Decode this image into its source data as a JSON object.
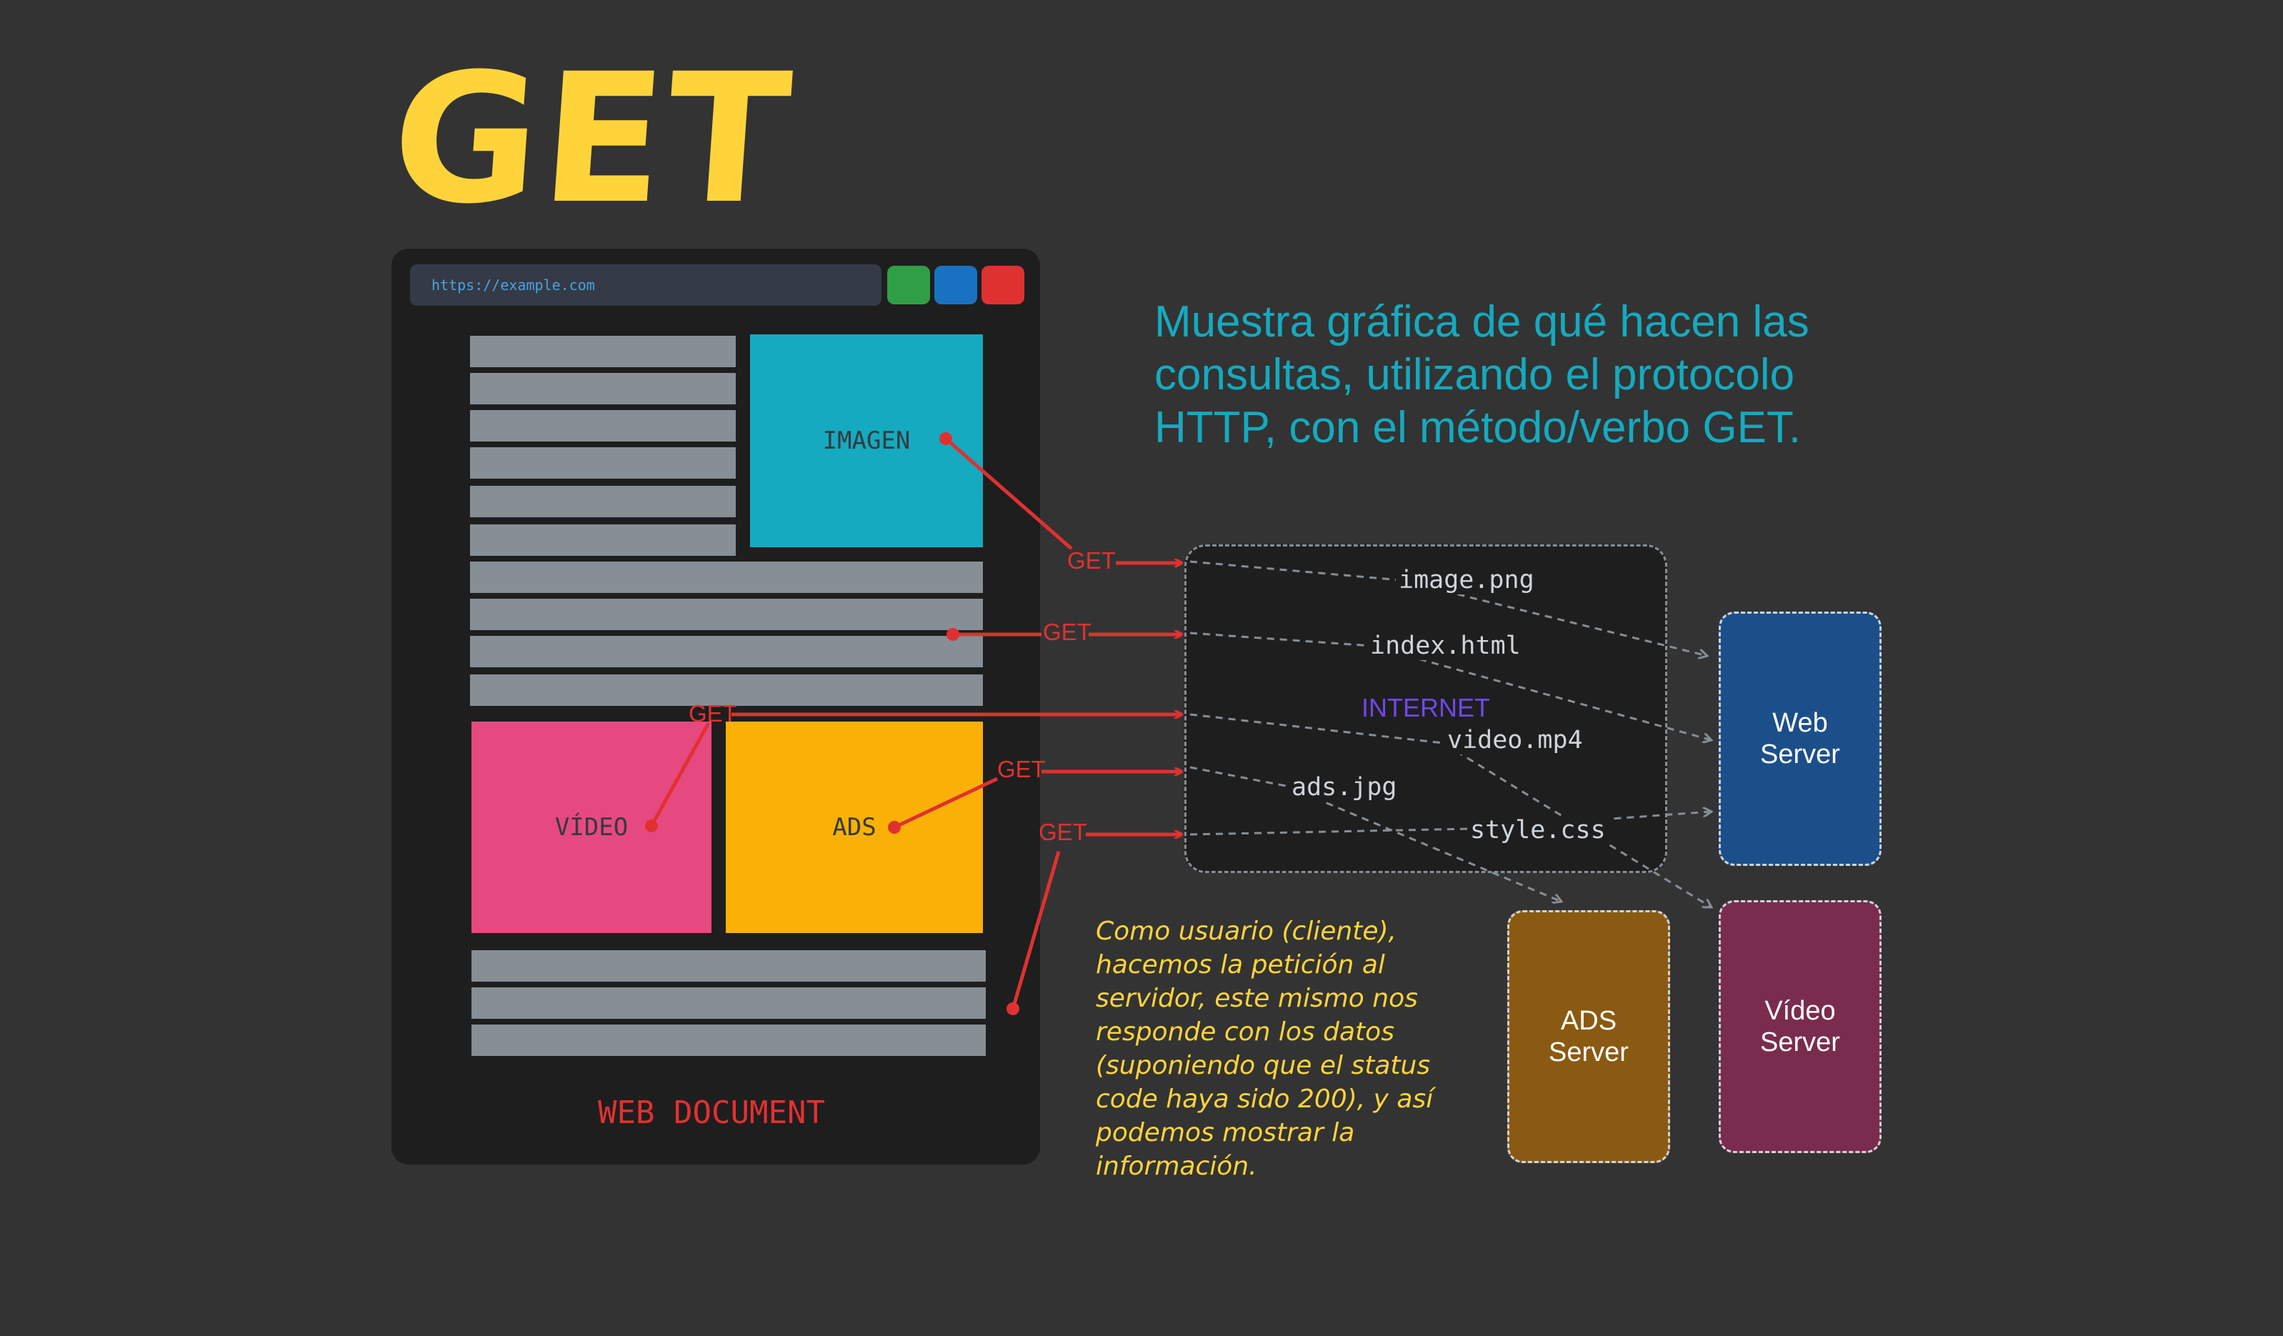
{
  "title": "GET",
  "browser": {
    "url": "https://example.com",
    "button_colors": [
      "#2f9e44",
      "#1971c2",
      "#e03131"
    ],
    "caption": "WEB DOCUMENT"
  },
  "blocks": {
    "image": {
      "label": "IMAGEN",
      "color": "#15aabf"
    },
    "video": {
      "label": "VÍDEO",
      "color": "#e64980"
    },
    "ads": {
      "label": "ADS",
      "color": "#fab005"
    }
  },
  "description": "Muestra gráfica de qué hacen las consultas, utilizando el protocolo HTTP, con el método/verbo GET.",
  "note": "Como usuario (cliente), hacemos la petición al servidor, este mismo nos responde con los datos (suponiendo que el status code haya sido 200), y así podemos mostrar la información.",
  "internet": {
    "label": "INTERNET",
    "files": [
      "image.png",
      "index.html",
      "video.mp4",
      "ads.jpg",
      "style.css"
    ]
  },
  "requests": {
    "label": "GET",
    "color": "#e03131"
  },
  "servers": {
    "web": {
      "line1": "Web",
      "line2": "Server",
      "color": "#1c4f8a"
    },
    "ads": {
      "line1": "ADS",
      "line2": "Server",
      "color": "#8a5a12"
    },
    "video": {
      "line1": "Vídeo",
      "line2": "Server",
      "color": "#7a2c4e"
    }
  }
}
